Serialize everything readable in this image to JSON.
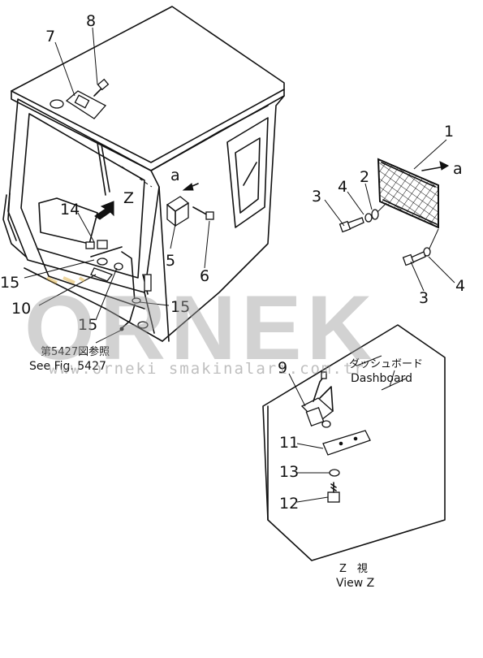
{
  "callouts": {
    "n1": "1",
    "n2": "2",
    "n3a": "3",
    "n3b": "3",
    "n4a": "4",
    "n4b": "4",
    "n5": "5",
    "n6": "6",
    "n7": "7",
    "n8": "8",
    "n9": "9",
    "n10": "10",
    "n11": "11",
    "n12": "12",
    "n13": "13",
    "n14": "14",
    "n15a": "15",
    "n15b": "15",
    "n15c": "15"
  },
  "view_arrows": {
    "a_left": "a",
    "a_right": "a",
    "z": "Z"
  },
  "references": {
    "see_fig_jp": "第5427図参照",
    "see_fig_en": "See Fig. 5427",
    "dashboard_jp": "ダッシュボード",
    "dashboard_en": "Dashboard",
    "view_jp": "Z　視",
    "view_en": "View  Z"
  },
  "watermark": {
    "brand": "ORNEK",
    "site": "www.orneki smakinalari.com.tr"
  }
}
